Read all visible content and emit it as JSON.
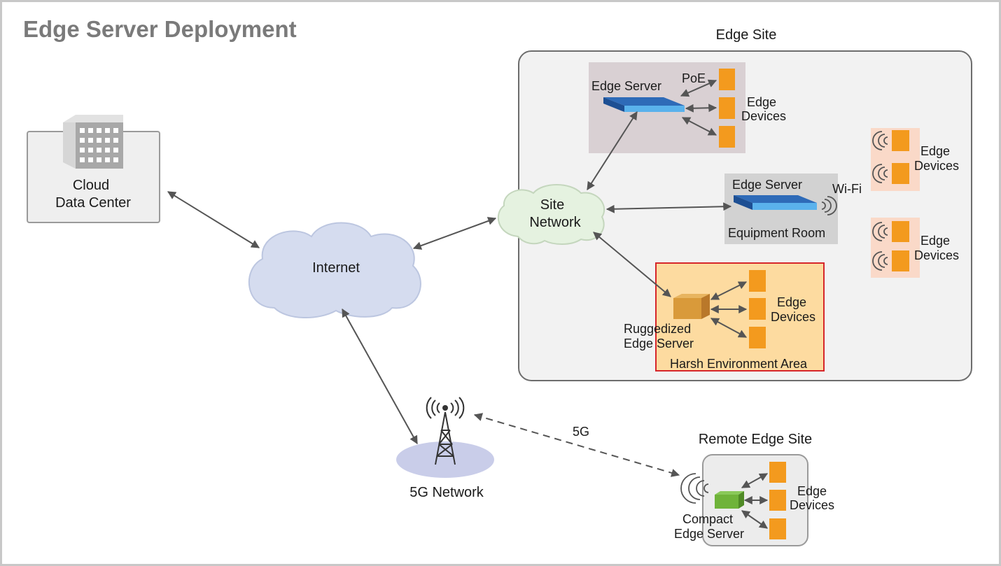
{
  "title": "Edge Server Deployment",
  "cloud_dc": {
    "line1": "Cloud",
    "line2": "Data Center"
  },
  "internet": {
    "label": "Internet"
  },
  "site_network": {
    "line1": "Site",
    "line2": "Network"
  },
  "edge_site": {
    "title": "Edge Site",
    "poe_group": {
      "server_label": "Edge Server",
      "poe_label": "PoE",
      "devices_line1": "Edge",
      "devices_line2": "Devices"
    },
    "equipment_room": {
      "server_label": "Edge Server",
      "room_label": "Equipment Room",
      "wifi_label": "Wi-Fi"
    },
    "wifi_devices_top": {
      "line1": "Edge",
      "line2": "Devices"
    },
    "wifi_devices_bottom": {
      "line1": "Edge",
      "line2": "Devices"
    },
    "harsh_area": {
      "area_label": "Harsh Environment Area",
      "server_line1": "Ruggedized",
      "server_line2": "Edge Server",
      "devices_line1": "Edge",
      "devices_line2": "Devices"
    }
  },
  "network_5g": {
    "label": "5G Network",
    "link_label": "5G"
  },
  "remote_site": {
    "title": "Remote Edge Site",
    "server_line1": "Compact",
    "server_line2": "Edge Server",
    "devices_line1": "Edge",
    "devices_line2": "Devices"
  },
  "colors": {
    "device_orange": "#f39a1e",
    "cloud_blue": "#d5dcef",
    "site_network_green": "#e5f2e0",
    "harsh_fill": "#fddba0",
    "harsh_border": "#d6262a",
    "server_blue": "#4aa8e8",
    "compact_green": "#6fb33a",
    "rugged_gold": "#d99a3a",
    "arrow_gray": "#555555"
  }
}
